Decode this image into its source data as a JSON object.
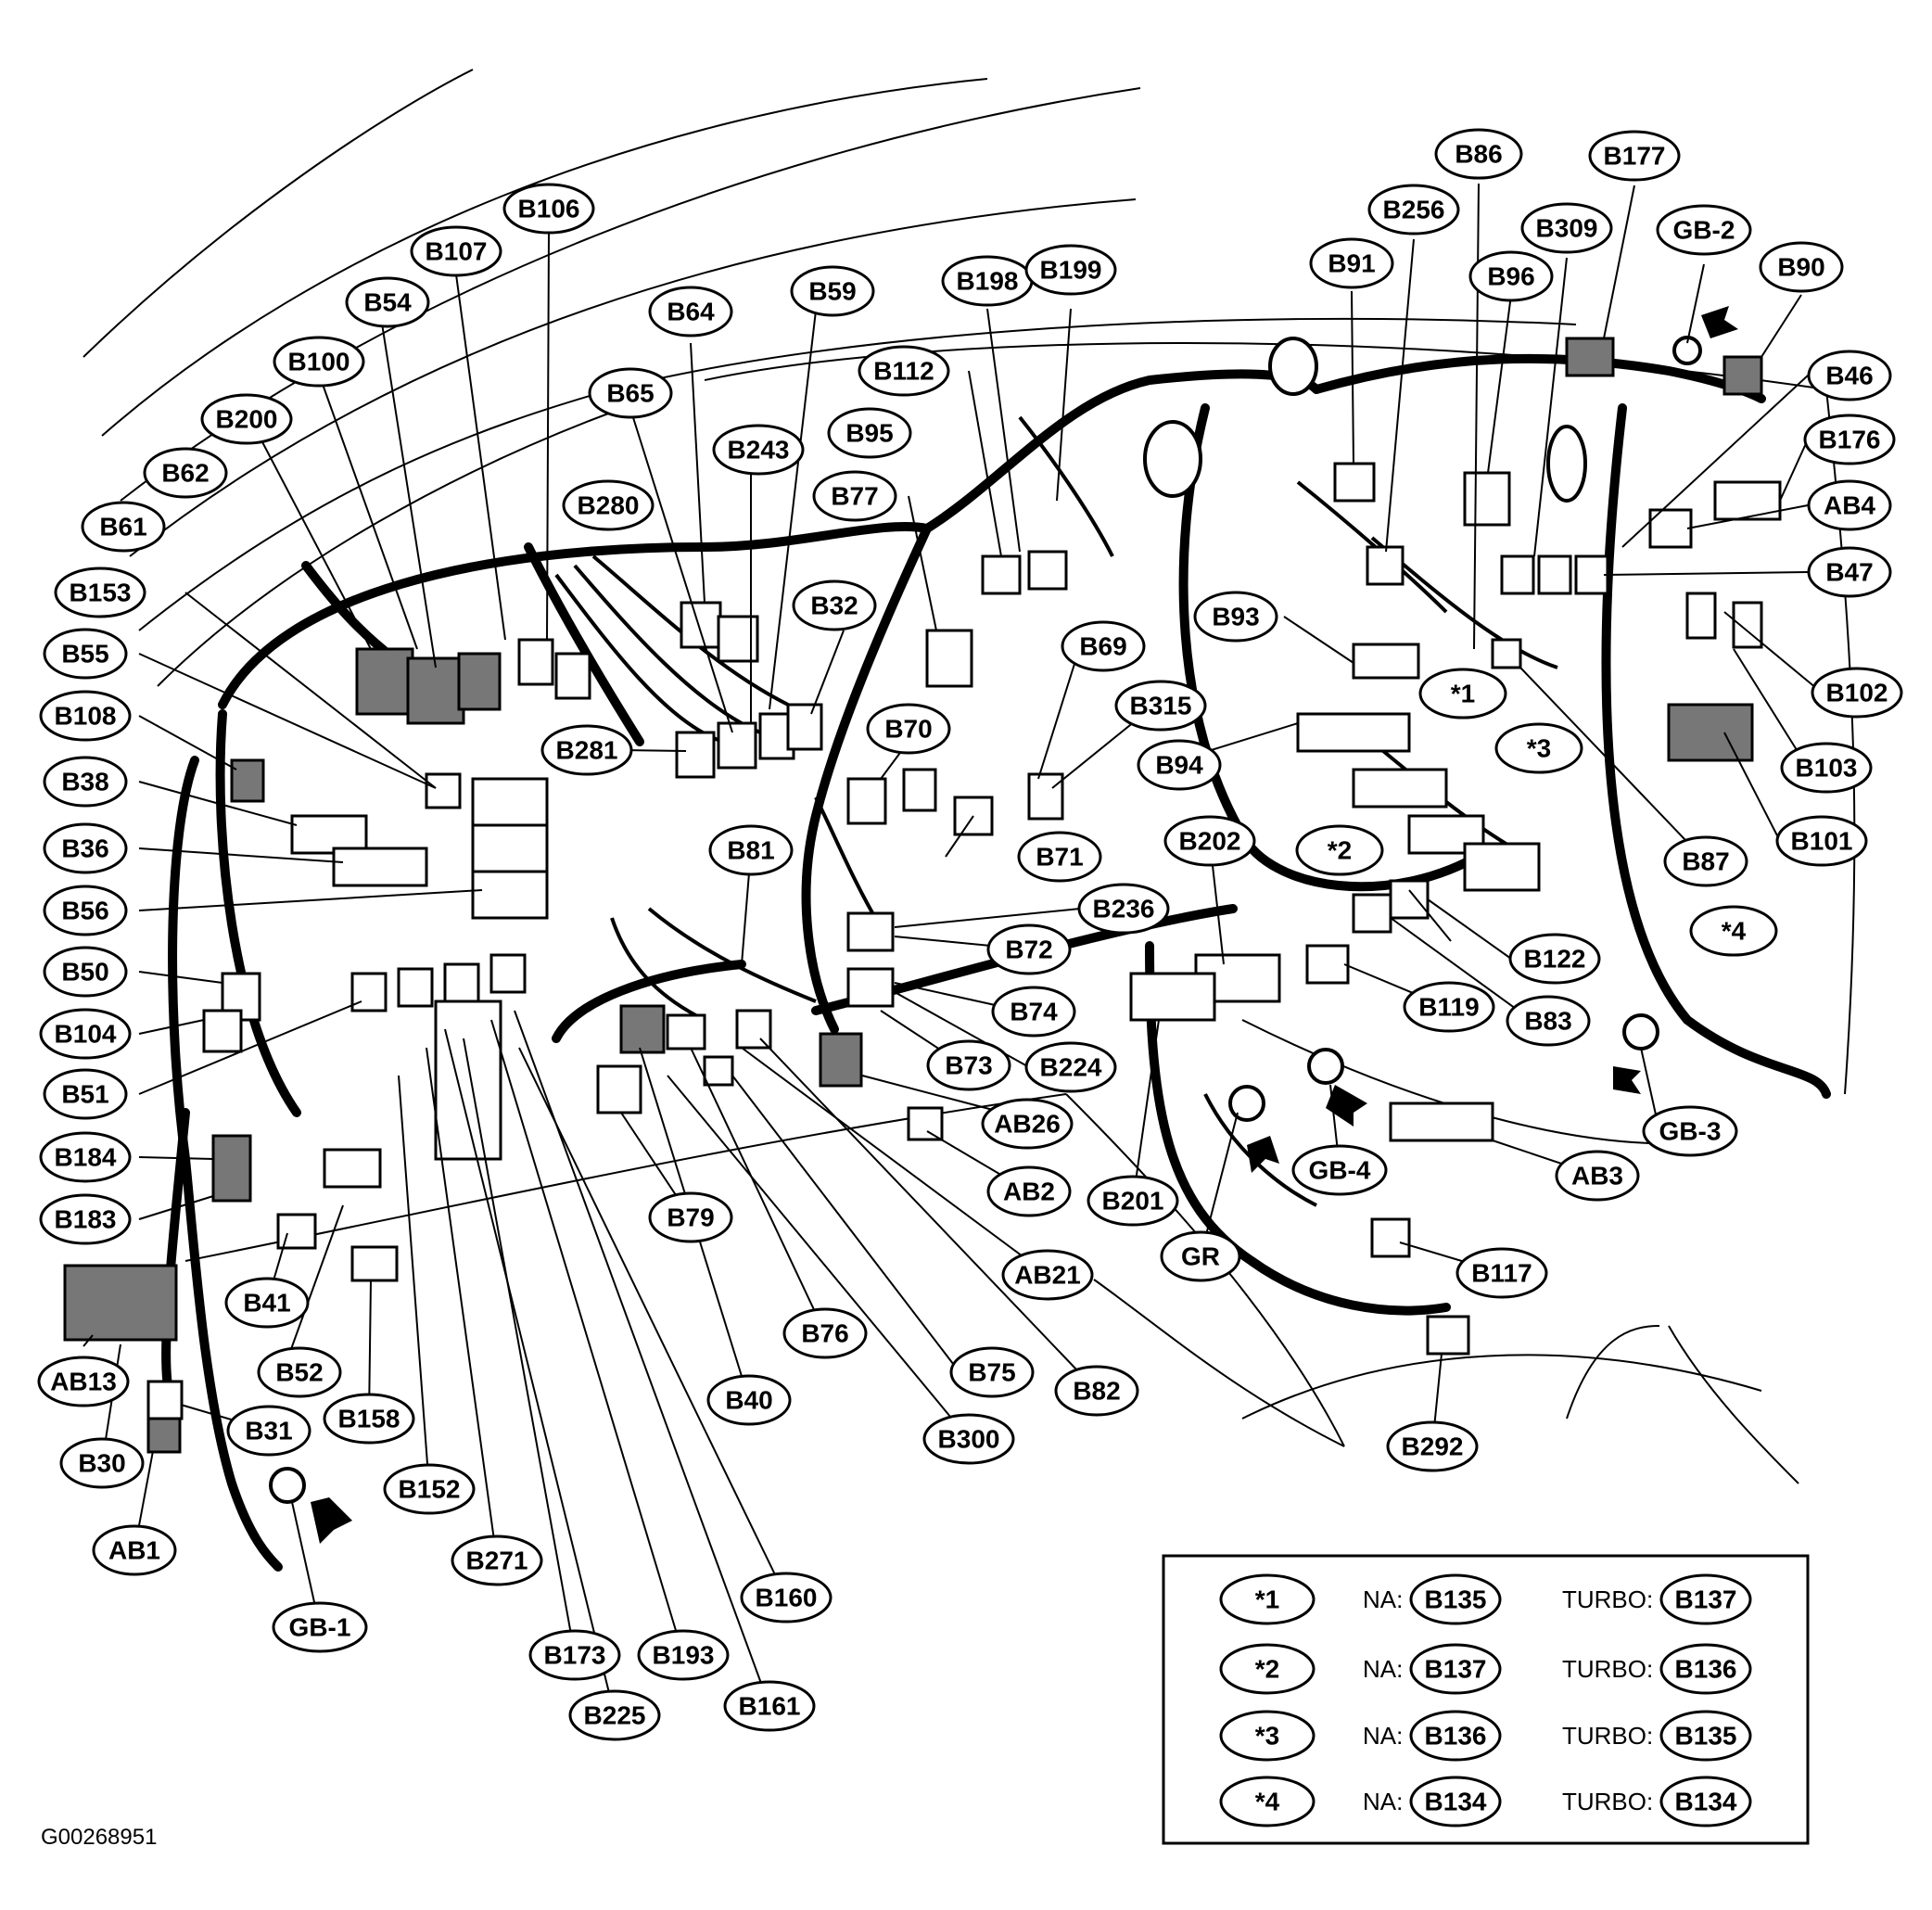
{
  "figure_id": "G00268951",
  "callouts": {
    "B86": "B86",
    "B177": "B177",
    "B256": "B256",
    "B309": "B309",
    "GB-2": "GB-2",
    "B106": "B106",
    "B91": "B91",
    "B96": "B96",
    "B90": "B90",
    "B107": "B107",
    "B198": "B198",
    "B199": "B199",
    "B54": "B54",
    "B59": "B59",
    "B64": "B64",
    "B100": "B100",
    "B112": "B112",
    "B46": "B46",
    "B65": "B65",
    "B200": "B200",
    "B95": "B95",
    "B176": "B176",
    "B243": "B243",
    "B62": "B62",
    "B77": "B77",
    "AB4": "AB4",
    "B280": "B280",
    "B61": "B61",
    "B47": "B47",
    "B153": "B153",
    "B32": "B32",
    "B93": "B93",
    "B69": "B69",
    "B55": "B55",
    "B102": "B102",
    "B315": "B315",
    "B108": "B108",
    "B281": "B281",
    "B70": "B70",
    "B38": "B38",
    "B94": "B94",
    "B103": "B103",
    "B71": "B71",
    "B202": "B202",
    "B101": "B101",
    "B36": "B36",
    "B81": "B81",
    "B87": "B87",
    "B56": "B56",
    "B236": "B236",
    "B122": "B122",
    "B72": "B72",
    "B50": "B50",
    "B119": "B119",
    "B83": "B83",
    "B74": "B74",
    "B104": "B104",
    "B224": "B224",
    "B73": "B73",
    "GB-3": "GB-3",
    "B51": "B51",
    "AB26": "AB26",
    "B184": "B184",
    "GB-4": "GB-4",
    "AB3": "AB3",
    "AB2": "AB2",
    "B201": "B201",
    "B183": "B183",
    "B79": "B79",
    "GR": "GR",
    "B117": "B117",
    "AB21": "AB21",
    "B41": "B41",
    "AB13": "AB13",
    "B76": "B76",
    "B52": "B52",
    "B75": "B75",
    "B82": "B82",
    "B158": "B158",
    "B40": "B40",
    "B31": "B31",
    "B300": "B300",
    "B292": "B292",
    "B30": "B30",
    "B152": "B152",
    "AB1": "AB1",
    "B271": "B271",
    "B160": "B160",
    "GB-1": "GB-1",
    "B173": "B173",
    "B193": "B193",
    "B161": "B161",
    "B225": "B225",
    "star1": "*1",
    "star2": "*2",
    "star3": "*3",
    "star4": "*4"
  },
  "legend": {
    "rows": [
      {
        "key": "*1",
        "na_label": "NA:",
        "na_value": "B135",
        "turbo_label": "TURBO:",
        "turbo_value": "B137"
      },
      {
        "key": "*2",
        "na_label": "NA:",
        "na_value": "B137",
        "turbo_label": "TURBO:",
        "turbo_value": "B136"
      },
      {
        "key": "*3",
        "na_label": "NA:",
        "na_value": "B136",
        "turbo_label": "TURBO:",
        "turbo_value": "B135"
      },
      {
        "key": "*4",
        "na_label": "NA:",
        "na_value": "B134",
        "turbo_label": "TURBO:",
        "turbo_value": "B134"
      }
    ]
  },
  "colors": {
    "ink": "#000000",
    "connector_shade": "#777777",
    "paper": "#ffffff"
  }
}
